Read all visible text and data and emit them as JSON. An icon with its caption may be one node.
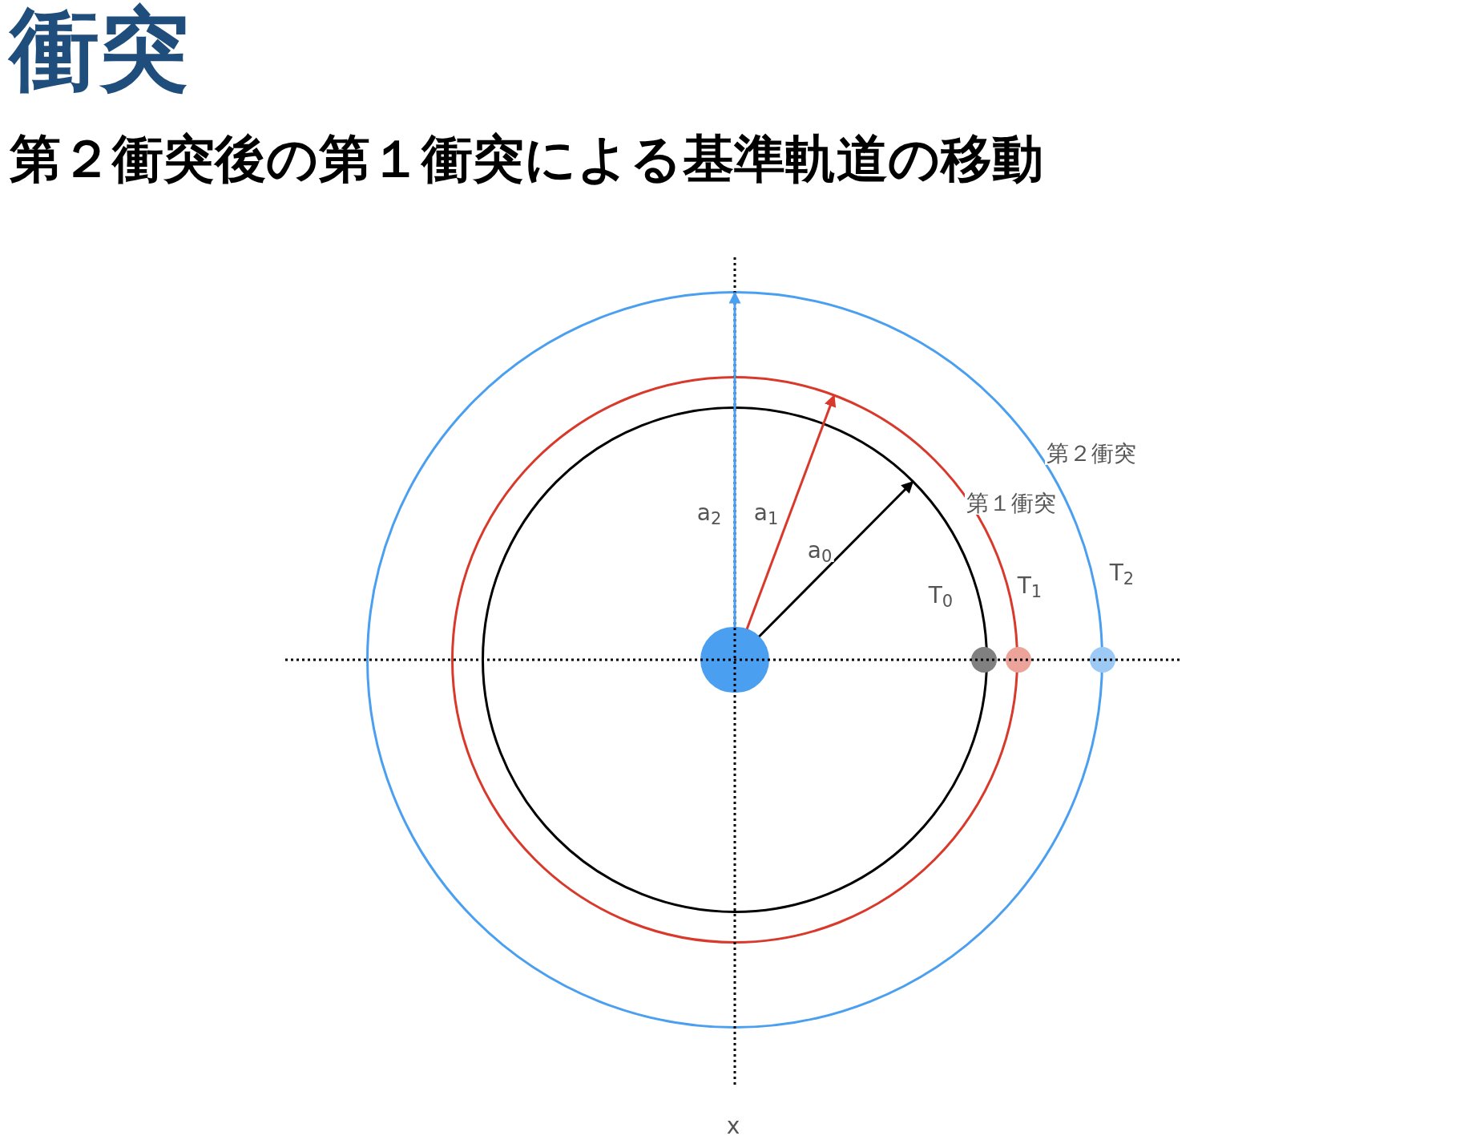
{
  "diagram": {
    "title": "衝突",
    "caption": "第２衝突後の第１衝突による基準軌道の移動",
    "nodes": [
      {
        "text": [],
        "shape": "circle"
      },
      {
        "text": [],
        "shape": "circle",
        "in": 0
      },
      {
        "text": [],
        "shape": "circle",
        "in": 1
      },
      {
        "text": [],
        "shape": "circle",
        "in": 2
      },
      {
        "text": [],
        "shape": "circle",
        "in": 1
      },
      {
        "text": [],
        "shape": "circle",
        "in": 0
      },
      {
        "text": [],
        "shape": "circle"
      }
    ],
    "edges": [
      {
        "from": 3,
        "to": 0,
        "arrow": "to",
        "label": "a$_{2}$",
        "color": "#4a9ff0"
      },
      {
        "from": 3,
        "to": 1,
        "arrow": "to",
        "label": "a$_{1}$",
        "color": "#d9392b"
      },
      {
        "from": 3,
        "to": 2,
        "arrow": "to",
        "label": "a$_{0}$",
        "color": "#000000"
      }
    ],
    "labels": [
      "第２衝突",
      "第１衝突",
      "T$_{2}$",
      "T$_{1}$",
      "T$_{0}$",
      "x"
    ]
  }
}
